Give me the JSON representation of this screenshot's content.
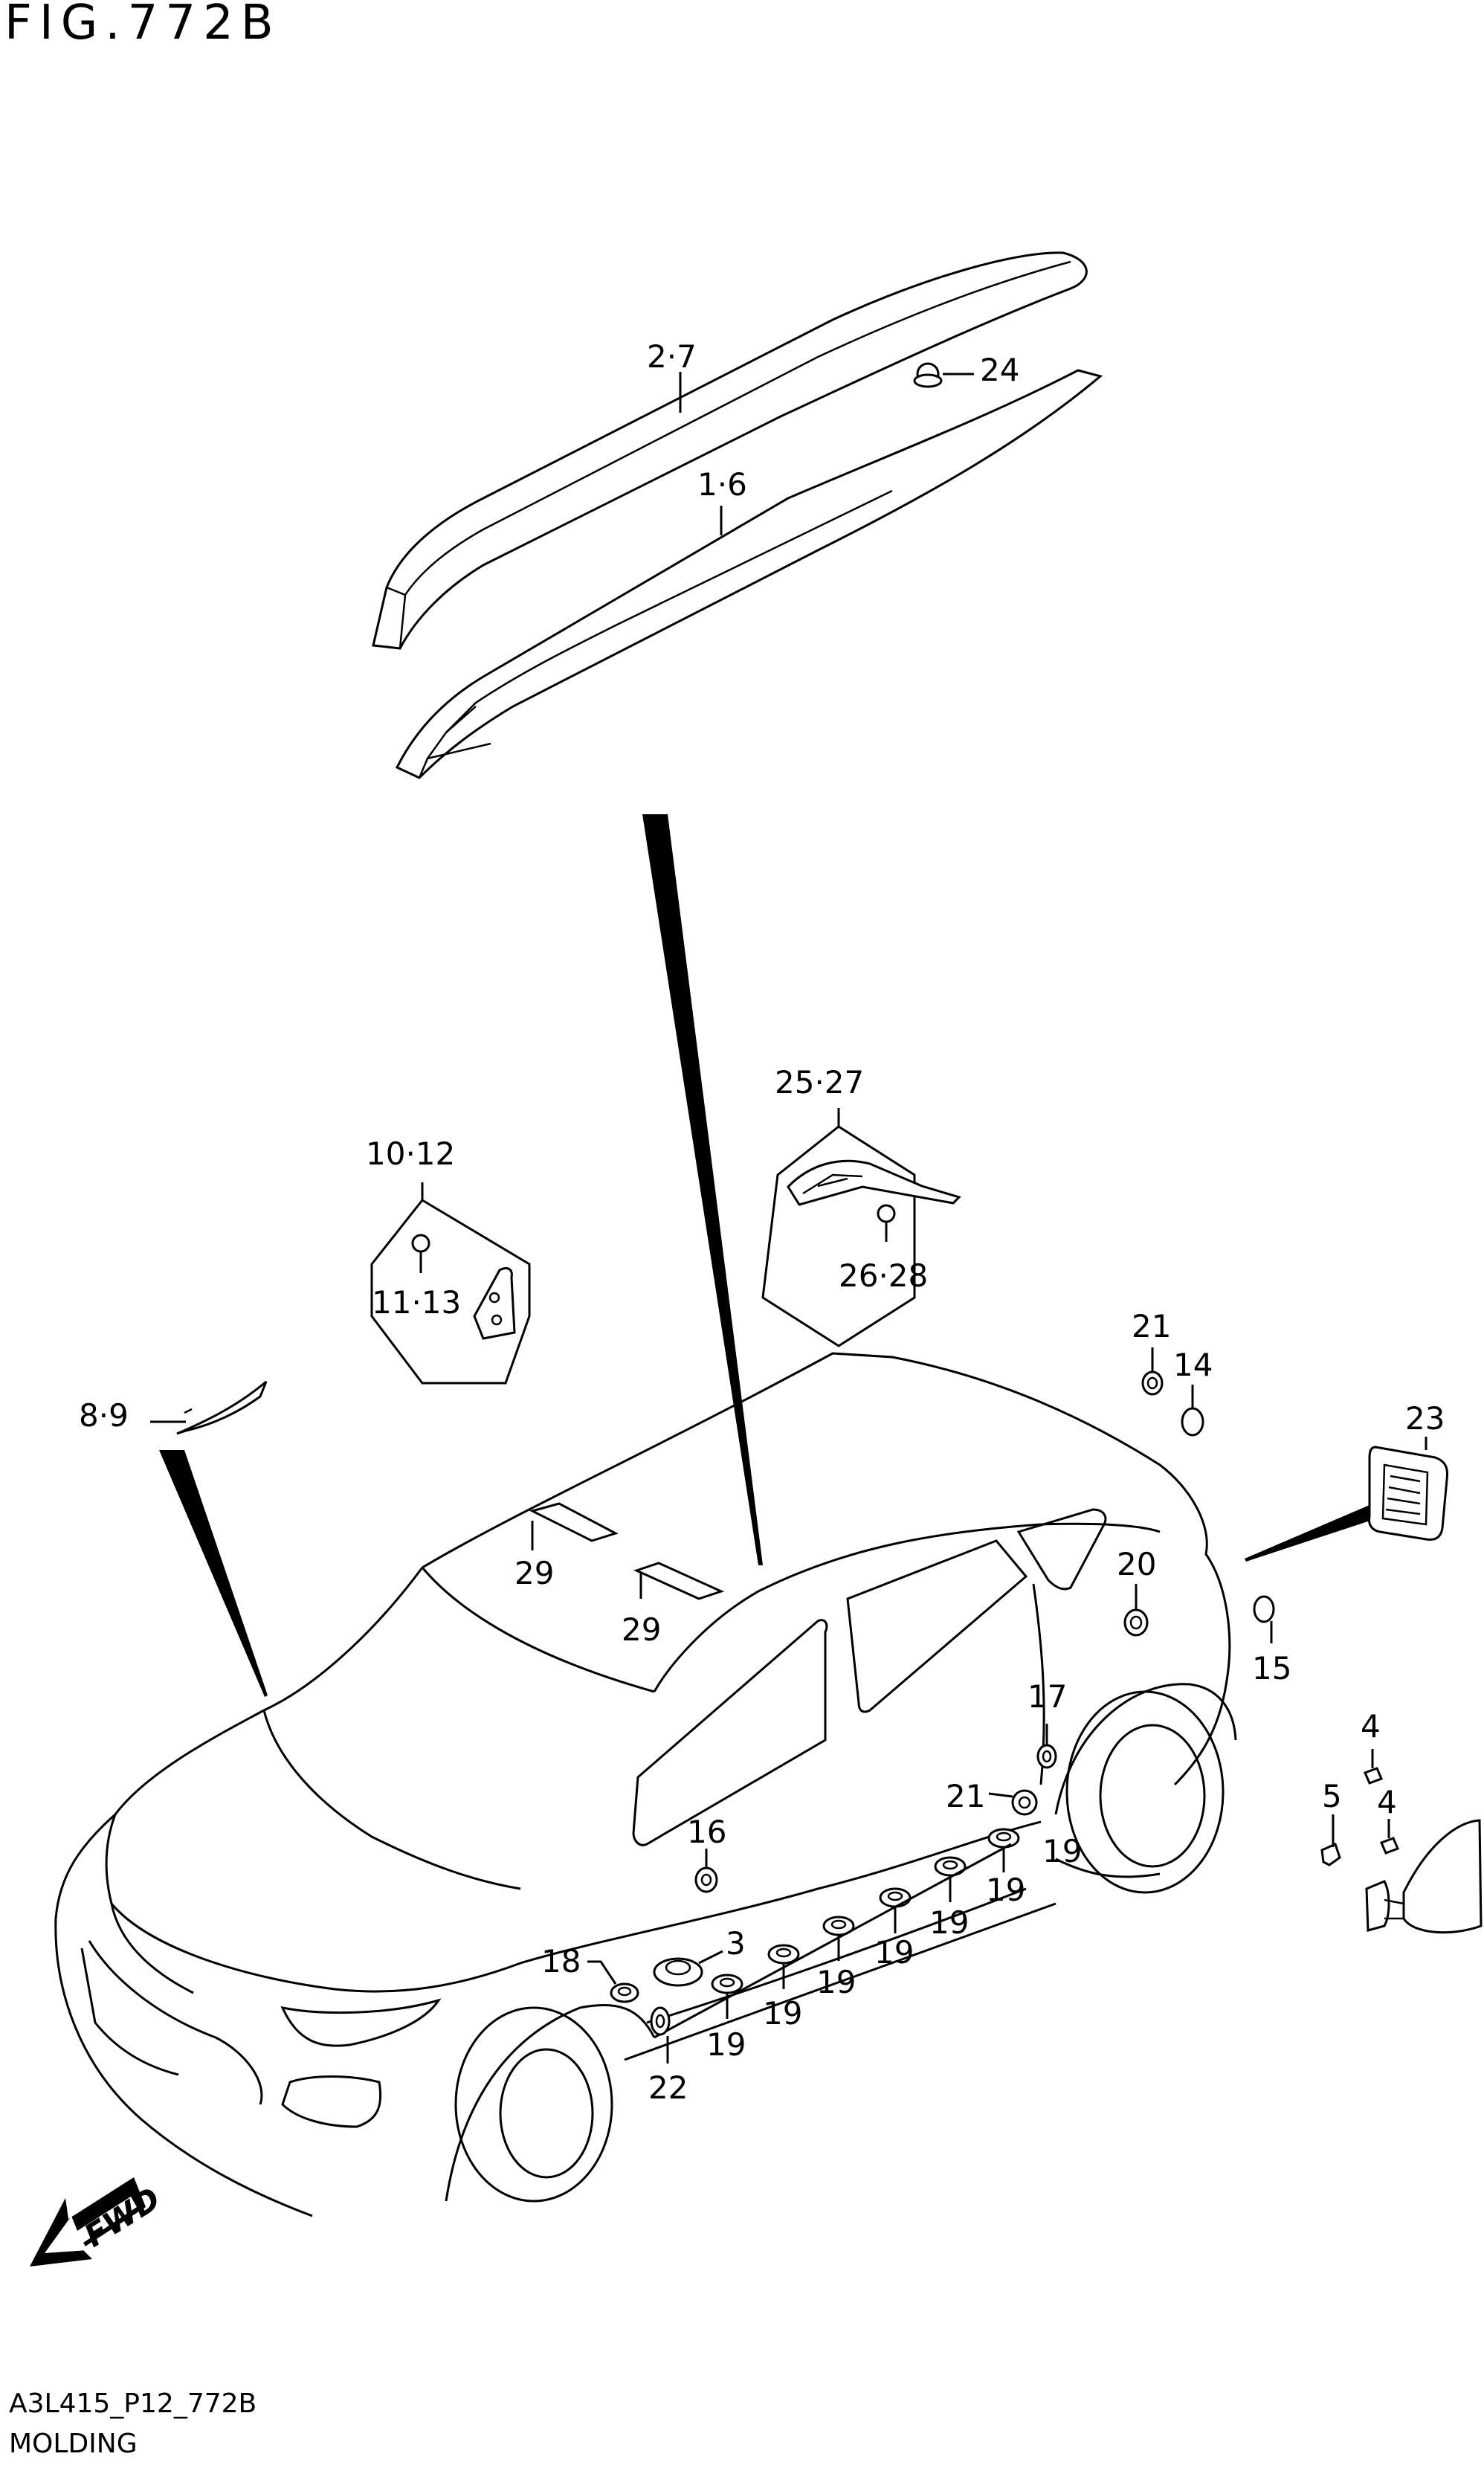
{
  "figure": {
    "title": "FIG.772B",
    "code": "A3L415_P12_772B",
    "caption": "MOLDING",
    "direction_label": "FWD"
  },
  "callouts": {
    "c2_7": "2·7",
    "c24": "24",
    "c1_6": "1·6",
    "c25_27": "25·27",
    "c26_28": "26·28",
    "c10_12": "10·12",
    "c11_13": "11·13",
    "c8_9": "8·9",
    "c21_top": "21",
    "c14": "14",
    "c23": "23",
    "c20": "20",
    "c15": "15",
    "c29_a": "29",
    "c29_b": "29",
    "c17": "17",
    "c21_mid": "21",
    "c4_a": "4",
    "c5": "5",
    "c4_b": "4",
    "c16": "16",
    "c19_a": "19",
    "c19_b": "19",
    "c19_c": "19",
    "c19_d": "19",
    "c19_e": "19",
    "c19_f": "19",
    "c19_g": "19",
    "c18": "18",
    "c3": "3",
    "c22": "22"
  }
}
